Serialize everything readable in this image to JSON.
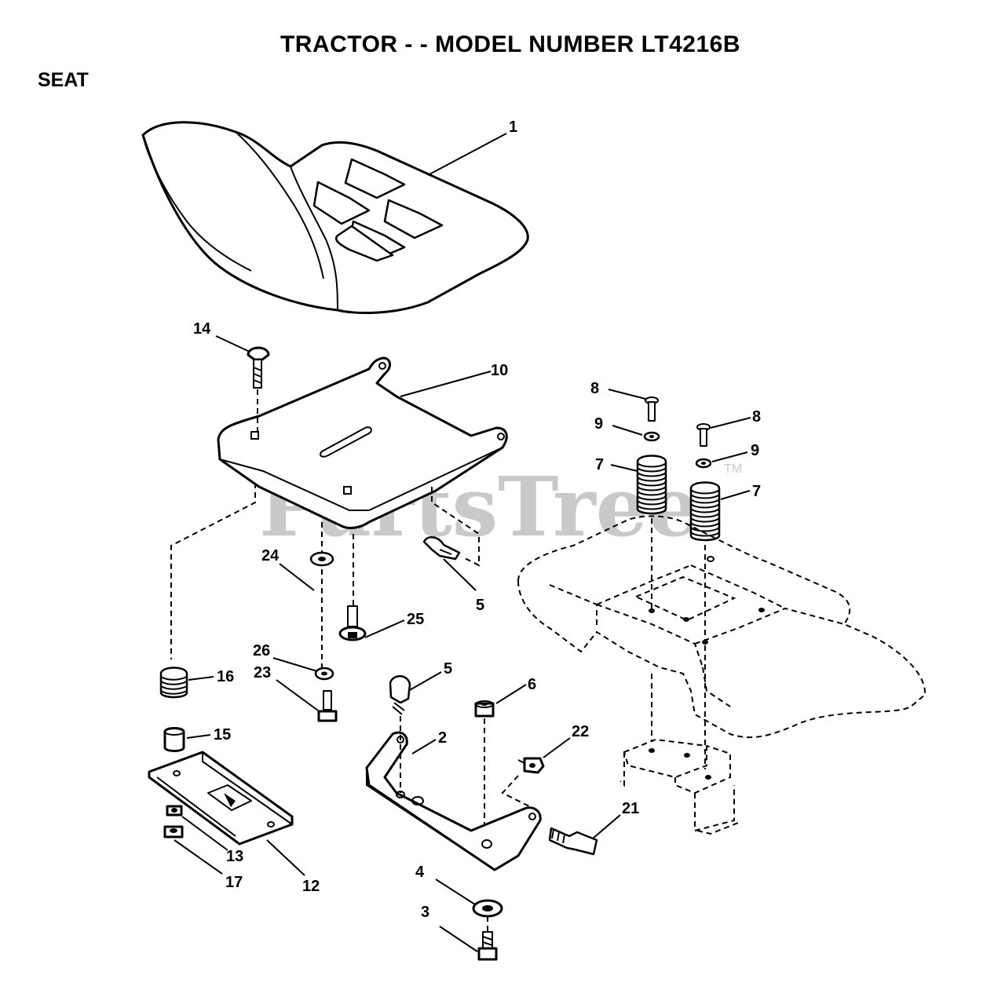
{
  "header": {
    "title": "TRACTOR - - MODEL NUMBER LT4216B",
    "section": "SEAT"
  },
  "watermark": {
    "text": "PartsTree",
    "trademark": "TM"
  },
  "callouts": {
    "c1": "1",
    "c2": "2",
    "c3": "3",
    "c4": "4",
    "c5a": "5",
    "c5b": "5",
    "c6": "6",
    "c7a": "7",
    "c7b": "7",
    "c8a": "8",
    "c8b": "8",
    "c9a": "9",
    "c9b": "9",
    "c10": "10",
    "c12": "12",
    "c13": "13",
    "c14": "14",
    "c15": "15",
    "c16": "16",
    "c17": "17",
    "c21": "21",
    "c22": "22",
    "c23": "23",
    "c24": "24",
    "c25": "25",
    "c26": "26"
  }
}
